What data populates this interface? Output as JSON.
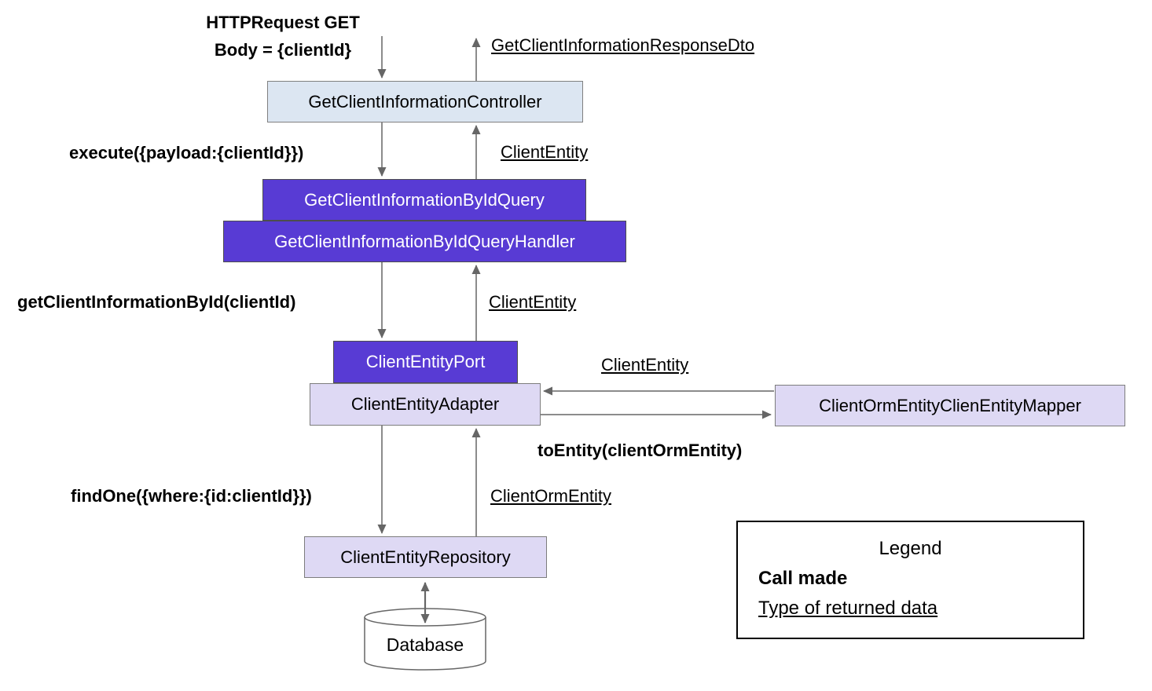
{
  "nodes": {
    "controller": "GetClientInformationController",
    "query": "GetClientInformationByIdQuery",
    "query_handler": "GetClientInformationByIdQueryHandler",
    "port": "ClientEntityPort",
    "adapter": "ClientEntityAdapter",
    "mapper": "ClientOrmEntityClienEntityMapper",
    "repository": "ClientEntityRepository",
    "database": "Database"
  },
  "calls": {
    "http_request_line1": "HTTPRequest GET",
    "http_request_line2": "Body = {clientId}",
    "execute": "execute({payload:{clientId}})",
    "get_client_information_by_id": "getClientInformationById(clientId)",
    "to_entity": "toEntity(clientOrmEntity)",
    "find_one": "findOne({where:{id:clientId}})"
  },
  "returns": {
    "response_dto": "GetClientInformationResponseDto",
    "client_entity_to_controller": "ClientEntity",
    "client_entity_to_handler": "ClientEntity",
    "client_entity_to_adapter": "ClientEntity",
    "client_orm_entity": "ClientOrmEntity"
  },
  "legend": {
    "title": "Legend",
    "call_made_label": "Call made",
    "returned_data_label": "Type of returned data"
  },
  "colors": {
    "node_purple": "#583bd4",
    "node_light_blue": "#dce6f2",
    "node_lavender": "#ded9f4",
    "arrow_gray": "#666666",
    "text_white": "#ffffff",
    "text_black": "#000000"
  }
}
